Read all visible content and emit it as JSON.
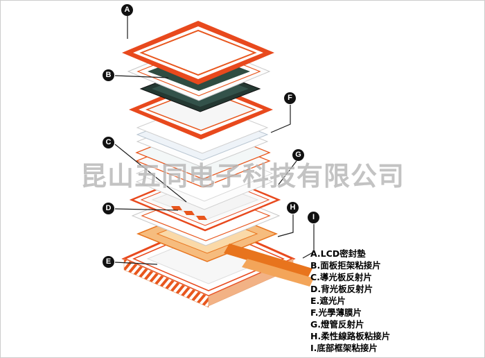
{
  "watermark": {
    "text": "昆山五同电子科技有限公司"
  },
  "labels": [
    {
      "letter": "A"
    },
    {
      "letter": "B"
    },
    {
      "letter": "C"
    },
    {
      "letter": "D"
    },
    {
      "letter": "E"
    },
    {
      "letter": "F"
    },
    {
      "letter": "G"
    },
    {
      "letter": "H"
    },
    {
      "letter": "I"
    }
  ],
  "legend": {
    "items": [
      "A.LCD密封墊",
      "B.面板拒架粘接片",
      "C.導光板反射片",
      "D.背光板反射片",
      "E.遮光片",
      "F.光學薄膜片",
      "G.燈管反射片",
      "H.柔性線路板粘接片",
      "I.底部框架粘接片"
    ]
  },
  "colors": {
    "accent": "#e8491d",
    "flex_orange": "#e8741d",
    "lcd_dark": "#2f4c41",
    "watermark_gray": "#b5b5b5"
  }
}
